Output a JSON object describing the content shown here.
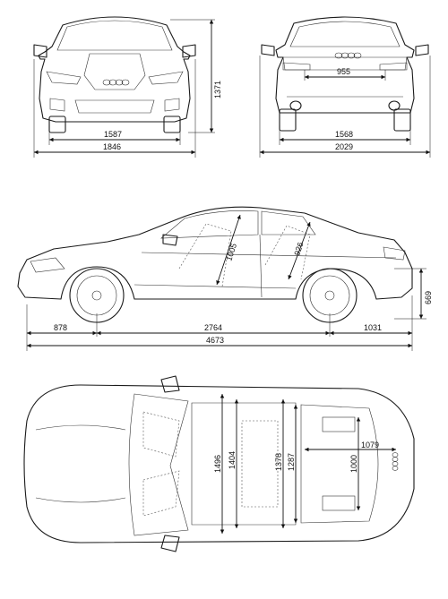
{
  "diagram": {
    "front_view": {
      "height": "1371",
      "track_front": "1587",
      "width": "1846"
    },
    "rear_view": {
      "rear_hatch_width": "955",
      "track_rear": "1568",
      "width_mirrors": "2029"
    },
    "side_view": {
      "headroom_front": "1005",
      "headroom_rear": "926",
      "overhang_front": "878",
      "wheelbase": "2764",
      "overhang_rear": "1031",
      "length": "4673",
      "ground_to_sill": "669"
    },
    "top_view": {
      "shoulder_front": "1496",
      "hip_front": "1404",
      "shoulder_rear": "1378",
      "hip_rear": "1287",
      "trunk_length": "1079",
      "trunk_width": "1000"
    }
  }
}
